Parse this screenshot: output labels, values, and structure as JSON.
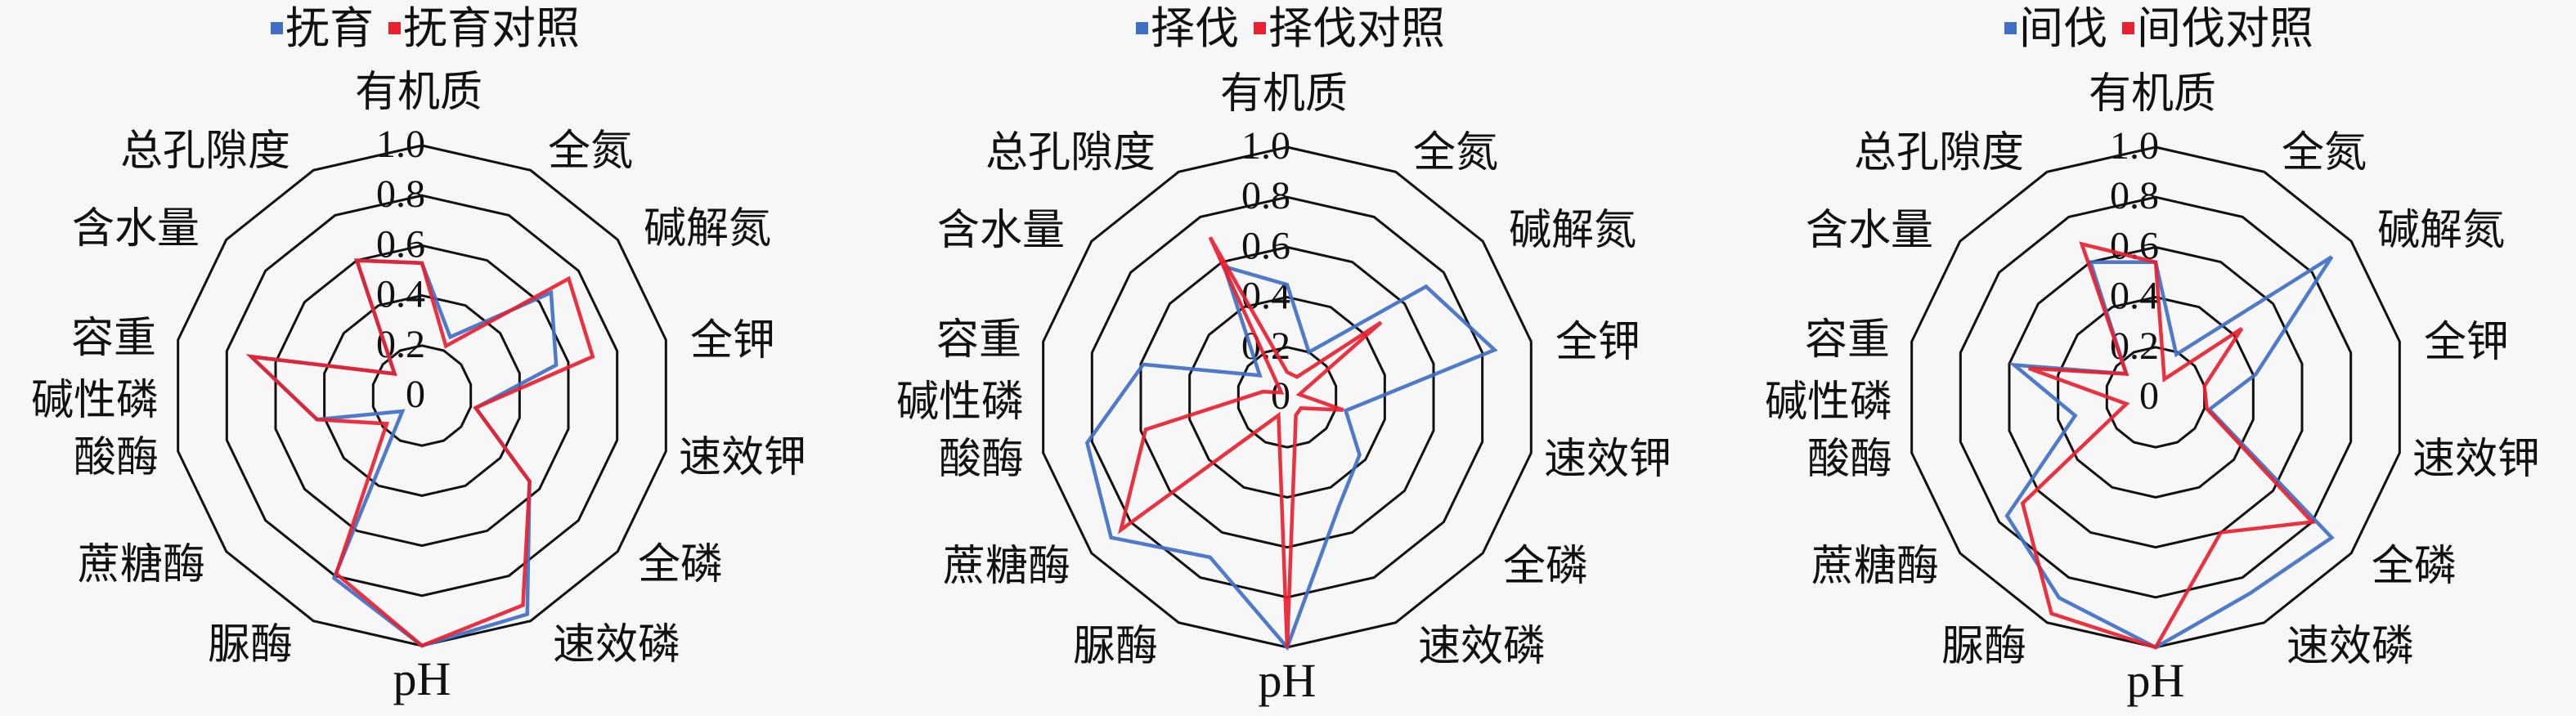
{
  "chart_data": [
    {
      "type": "radar",
      "title": "",
      "axes": [
        "有机质",
        "全氮",
        "碱解氮",
        "全钾",
        "速效钾",
        "全磷",
        "速效磷",
        "pH",
        "脲酶",
        "蔗糖酶",
        "碱性磷酸酶",
        "容重",
        "含水量",
        "总孔隙度"
      ],
      "ticks": [
        "0",
        "0.2",
        "0.4",
        "0.6",
        "0.8",
        "1.0"
      ],
      "rlim": [
        0,
        1
      ],
      "legend_position": "top",
      "series": [
        {
          "name": "抚育",
          "color": "#3f6fc4",
          "values": [
            0.53,
            0.26,
            0.66,
            0.55,
            0.22,
            0.55,
            0.97,
            1.0,
            0.81,
            0.1,
            0.43,
            0.7,
            0.14,
            0.6
          ]
        },
        {
          "name": "抚育对照",
          "color": "#e8202f",
          "values": [
            0.53,
            0.22,
            0.75,
            0.7,
            0.22,
            0.55,
            0.93,
            1.0,
            0.79,
            0.18,
            0.43,
            0.7,
            0.14,
            0.6
          ]
        }
      ]
    },
    {
      "type": "radar",
      "title": "",
      "axes": [
        "有机质",
        "全氮",
        "碱解氮",
        "全钾",
        "速效钾",
        "全磷",
        "速效磷",
        "pH",
        "脲酶",
        "蔗糖酶",
        "碱性磷酸酶",
        "容重",
        "含水量",
        "总孔隙度"
      ],
      "ticks": [
        "0",
        "0.2",
        "0.4",
        "0.6",
        "0.8",
        "1.0"
      ],
      "rlim": [
        0,
        1
      ],
      "legend_position": "top",
      "series": [
        {
          "name": "择伐",
          "color": "#3f6fc4",
          "values": [
            0.45,
            0.2,
            0.71,
            0.85,
            0.24,
            0.37,
            0.48,
            1.0,
            0.71,
            0.9,
            0.82,
            0.59,
            0.14,
            0.58
          ]
        },
        {
          "name": "择伐对照",
          "color": "#e8202f",
          "values": [
            0.1,
            0.09,
            0.48,
            0.05,
            0.23,
            0.07,
            0.08,
            1.0,
            0.08,
            0.85,
            0.58,
            0.1,
            0.03,
            0.71
          ]
        }
      ]
    },
    {
      "type": "radar",
      "title": "",
      "axes": [
        "有机质",
        "全氮",
        "碱解氮",
        "全钾",
        "速效钾",
        "全磷",
        "速效磷",
        "pH",
        "脲酶",
        "蔗糖酶",
        "碱性磷酸酶",
        "容重",
        "含水量",
        "总孔隙度"
      ],
      "ticks": [
        "0",
        "0.2",
        "0.4",
        "0.6",
        "0.8",
        "1.0"
      ],
      "rlim": [
        0,
        1
      ],
      "legend_position": "top",
      "series": [
        {
          "name": "间伐",
          "color": "#3f6fc4",
          "values": [
            0.54,
            0.19,
            0.9,
            0.41,
            0.22,
            0.9,
            0.87,
            1.0,
            0.89,
            0.76,
            0.33,
            0.58,
            0.15,
            0.6
          ]
        },
        {
          "name": "间伐对照",
          "color": "#e8202f",
          "values": [
            0.54,
            0.08,
            0.44,
            0.2,
            0.21,
            0.8,
            0.6,
            1.0,
            0.96,
            0.68,
            0.12,
            0.52,
            0.15,
            0.68
          ]
        }
      ]
    }
  ]
}
